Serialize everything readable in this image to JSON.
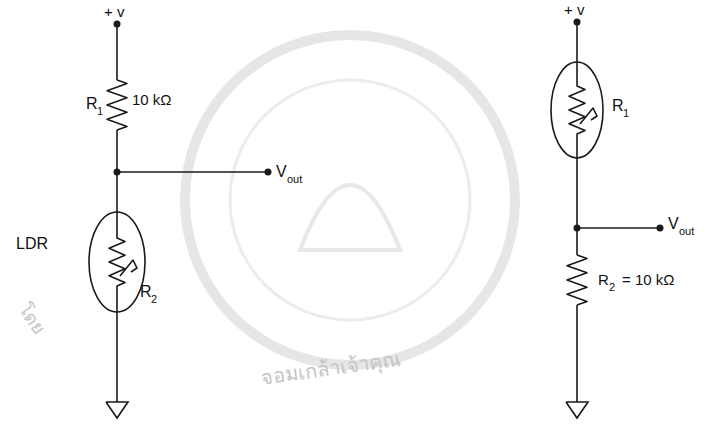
{
  "diagram": {
    "labels": [
      "+ v",
      "R",
      "1",
      "10 kΩ",
      "V",
      "out",
      "LDR",
      "R",
      "2",
      "+ v",
      "R",
      "1",
      "V",
      "out",
      "R",
      "2",
      "= 10 kΩ",
      "โดย",
      "จอมเกล้าเจ้าคุณ"
    ]
  }
}
